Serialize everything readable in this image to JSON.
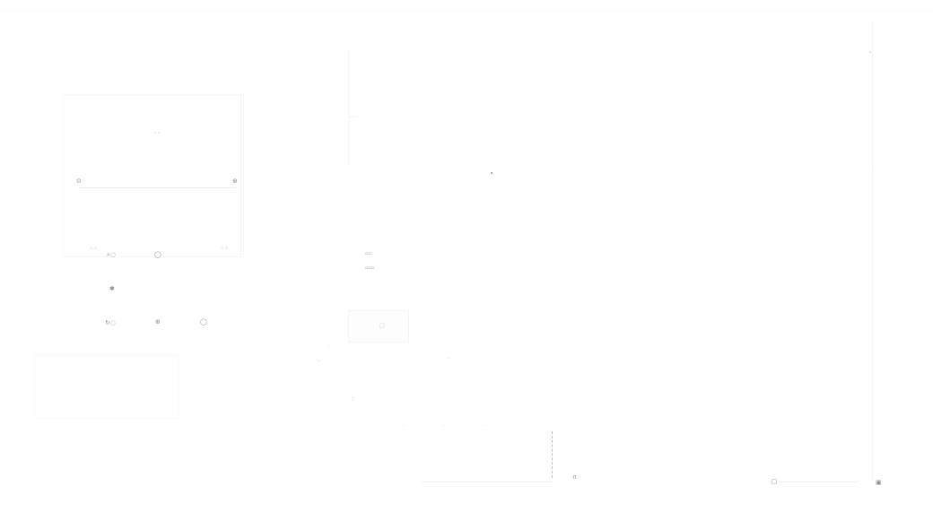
{
  "colors": {
    "background": "#ffffff",
    "faint_line": "#f3f3f3",
    "glyph": "#9a9a9a",
    "dashed_divider": "#bdbdbd"
  },
  "icons": [
    "left-panel-icon",
    "right-panel-icon",
    "mid-icon-1",
    "mid-icon-2",
    "mid-icon-3",
    "mid-icon-4",
    "mid-icon-5",
    "mid-icon-6",
    "mid-icon-7",
    "scroll-top-icon",
    "scroll-mid-icon",
    "bottom-left-icon",
    "bottom-right-icon",
    "corner-icon"
  ]
}
